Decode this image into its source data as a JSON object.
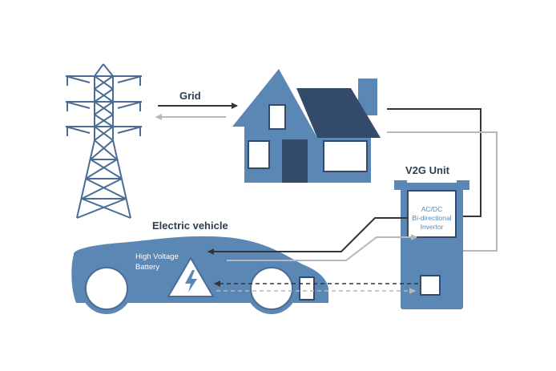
{
  "labels": {
    "grid": "Grid",
    "v2g_unit": "V2G Unit",
    "electric_vehicle": "Electric vehicle",
    "battery_line1": "High Voltage",
    "battery_line2": "Battery",
    "inverter_line1": "AC/DC",
    "inverter_line2": "Bi-directional",
    "inverter_line3": "Invertor"
  },
  "icons": {
    "tower": "transmission-tower-icon",
    "house": "house-icon",
    "car": "electric-car-icon",
    "charger": "charging-station-icon",
    "hazard": "high-voltage-warning-icon"
  },
  "colors": {
    "primary": "#5b87b5",
    "dark": "#334a6b",
    "arrow_dark": "#2f3640",
    "arrow_light": "#b4b7bb",
    "text": "#2c3e50"
  }
}
